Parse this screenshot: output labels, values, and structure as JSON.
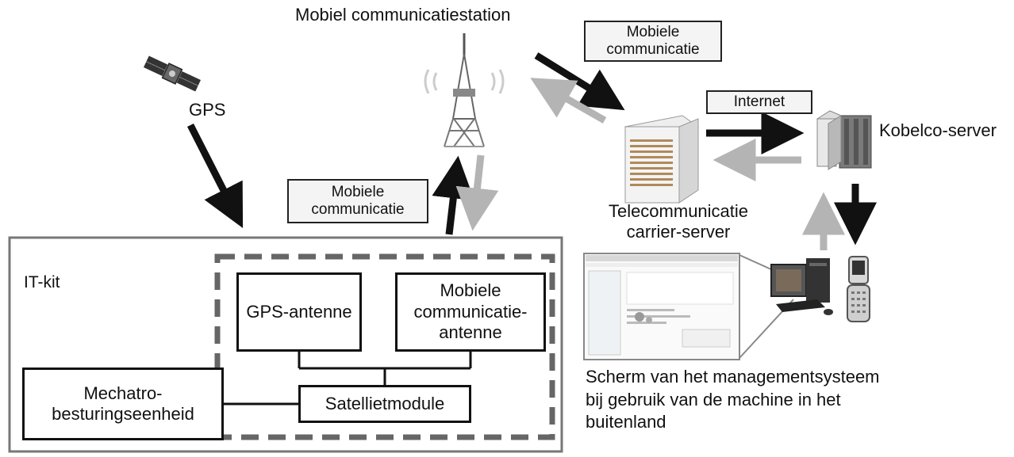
{
  "nodes": {
    "station": "Mobiel communicatiestation",
    "gps": "GPS",
    "kobelco": "Kobelco-server",
    "carrier_l1": "Telecommunicatie",
    "carrier_l2": "carrier-server",
    "itkit": "IT-kit",
    "gps_antenna": "GPS-antenne",
    "mobile_antenna_l1": "Mobiele",
    "mobile_antenna_l2": "communicatie-",
    "mobile_antenna_l3": "antenne",
    "satellite_module": "Satellietmodule",
    "mechatro_l1": "Mechatro-",
    "mechatro_l2": "besturingseenheid",
    "screen_l1": "Scherm van het managementsysteem",
    "screen_l2": "bij gebruik van de machine in het",
    "screen_l3": "buitenland"
  },
  "edge_labels": {
    "mobile_top_l1": "Mobiele",
    "mobile_top_l2": "communicatie",
    "mobile_left_l1": "Mobiele",
    "mobile_left_l2": "communicatie",
    "internet": "Internet"
  },
  "colors": {
    "arrow_dark": "#111111",
    "arrow_light": "#b4b4b4",
    "frame": "#777777",
    "dashed": "#666666"
  }
}
